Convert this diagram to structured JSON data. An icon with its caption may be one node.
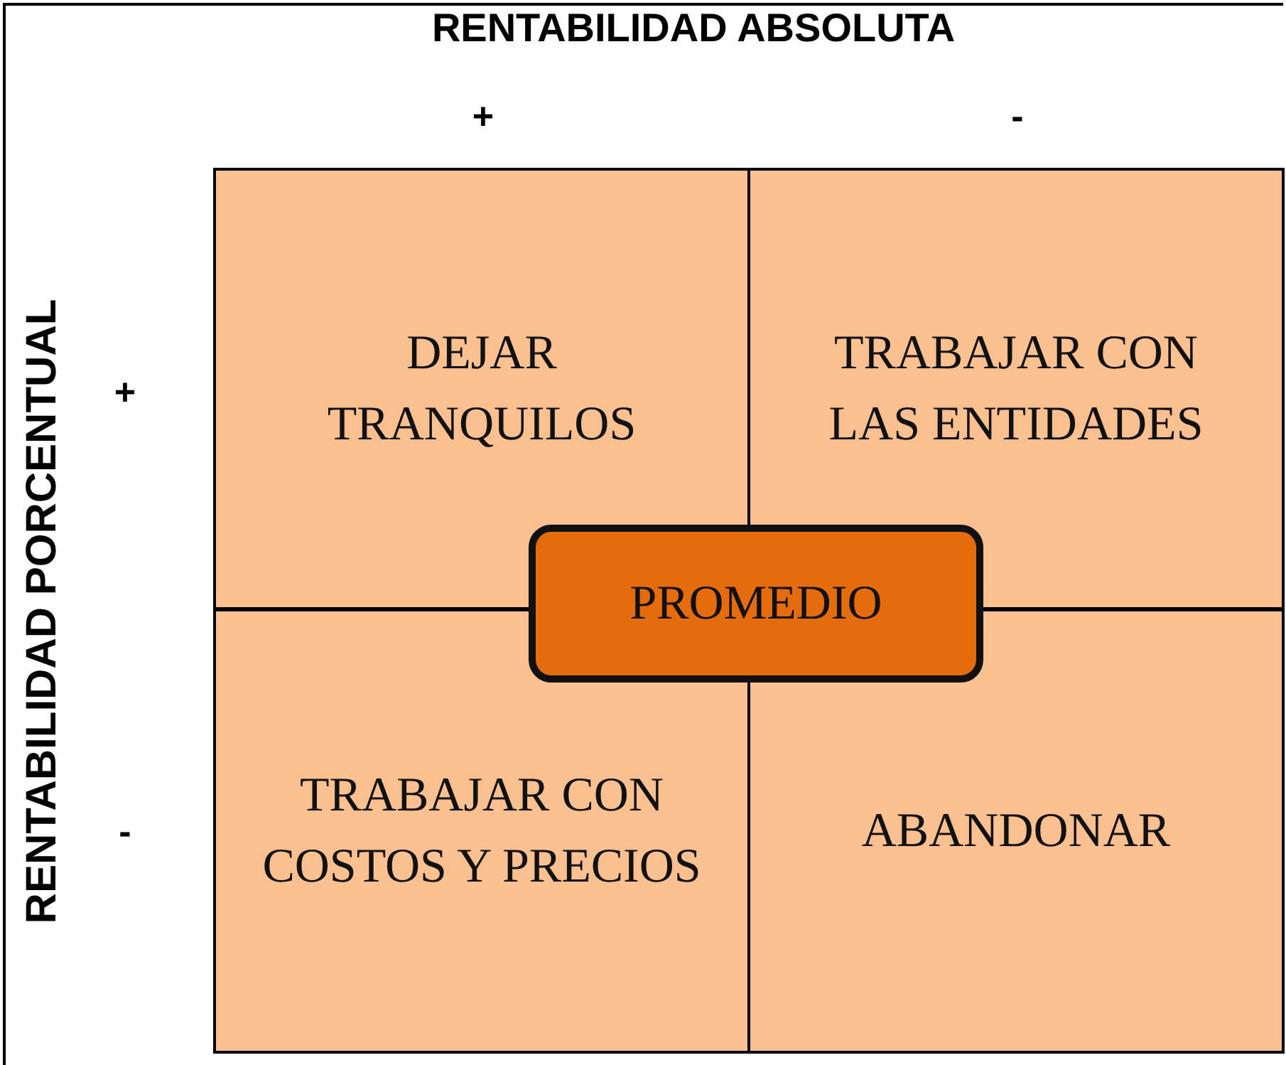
{
  "diagram": {
    "nodes": [
      {
        "text": [
          "DEJAR TRANQUILOS"
        ]
      },
      {
        "text": [
          "TRABAJAR CON LAS ENTIDADES"
        ]
      },
      {
        "text": [
          "TRABAJAR CON COSTOS Y PRECIOS"
        ]
      },
      {
        "text": [
          "ABANDONAR"
        ]
      },
      {
        "text": [
          "PROMEDIO"
        ]
      }
    ],
    "labels": [
      "RENTABILIDAD ABSOLUTA",
      "+",
      "-",
      "RENTABILIDAD PORCENTUAL",
      "+",
      "-"
    ]
  }
}
